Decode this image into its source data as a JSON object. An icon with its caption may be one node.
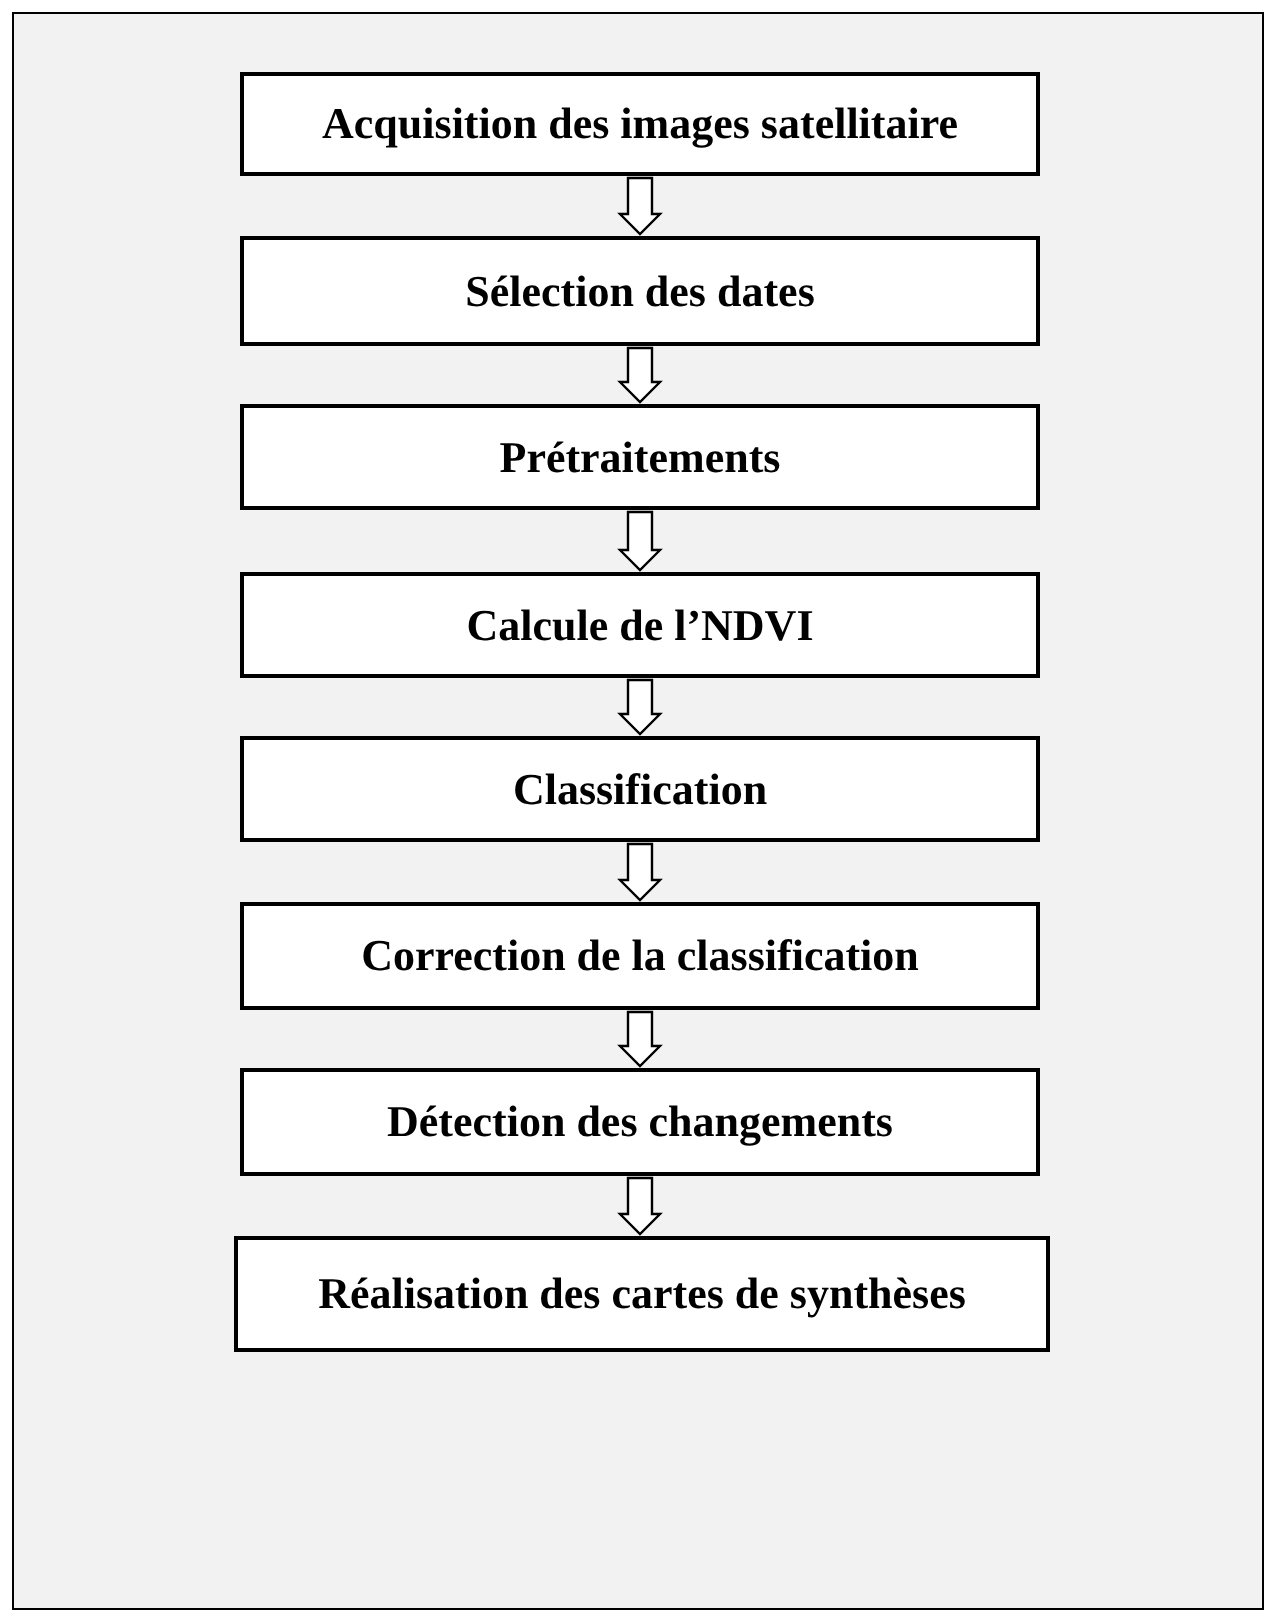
{
  "diagram": {
    "nodes": [
      {
        "text": [
          "Acquisition des images satellitaire"
        ]
      },
      {
        "text": [
          "Sélection des dates"
        ]
      },
      {
        "text": [
          "Prétraitements"
        ]
      },
      {
        "text": [
          "Calcule de l’NDVI"
        ]
      },
      {
        "text": [
          "Classification"
        ]
      },
      {
        "text": [
          "Correction de la classification"
        ]
      },
      {
        "text": [
          "Détection des changements"
        ]
      },
      {
        "text": [
          "Réalisation des cartes de synthèses"
        ]
      }
    ],
    "edges": [
      {
        "from": 0,
        "to": 1,
        "arrow": "to"
      },
      {
        "from": 1,
        "to": 2,
        "arrow": "to"
      },
      {
        "from": 2,
        "to": 3,
        "arrow": "to"
      },
      {
        "from": 3,
        "to": 4,
        "arrow": "to"
      },
      {
        "from": 4,
        "to": 5,
        "arrow": "to"
      },
      {
        "from": 5,
        "to": 6,
        "arrow": "to"
      },
      {
        "from": 6,
        "to": 7,
        "arrow": "to"
      }
    ]
  }
}
